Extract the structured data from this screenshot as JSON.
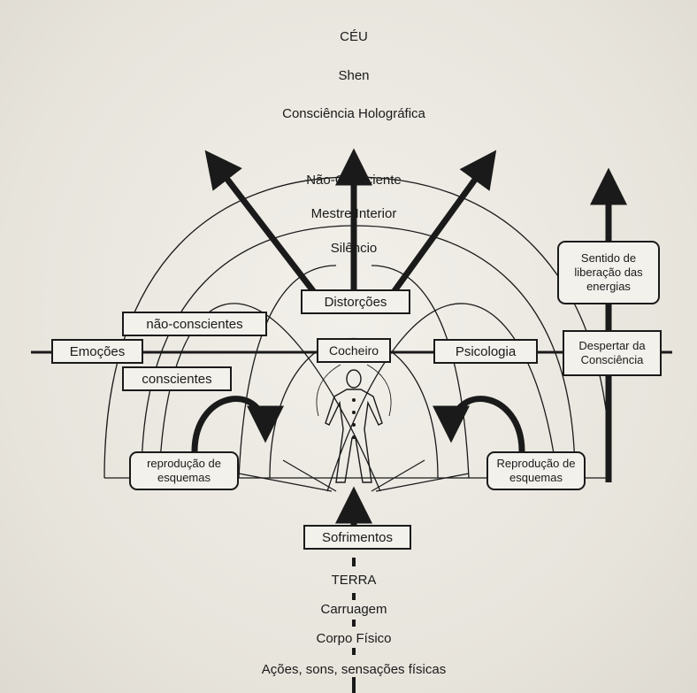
{
  "axis_top": {
    "ceu": "CÉU",
    "shen": "Shen",
    "consciencia_holografica": "Consciência Holográfica",
    "nao_consciente": "Não-Consciente",
    "mestre_interior": "Mestre Interior",
    "silencio": "Silêncio"
  },
  "axis_bottom": {
    "terra": "TERRA",
    "carruagem": "Carruagem",
    "corpo_fisico": "Corpo Físico",
    "acoes": "Ações, sons, sensações físicas"
  },
  "boxes": {
    "distorcoes": "Distorções",
    "cocheiro": "Cocheiro",
    "sofrimentos": "Sofrimentos",
    "emocoes": "Emoções",
    "nao_conscientes": "não-conscientes",
    "conscientes": "conscientes",
    "psicologia": "Psicologia",
    "despertar": "Despertar da Consciência",
    "sentido": "Sentido de liberação das energias",
    "reproducao_esq": "reprodução de esquemas",
    "reproducao_dir": "Reprodução de esquemas"
  },
  "colors": {
    "ink": "#1a1a1a",
    "paper": "#e9e6df"
  }
}
